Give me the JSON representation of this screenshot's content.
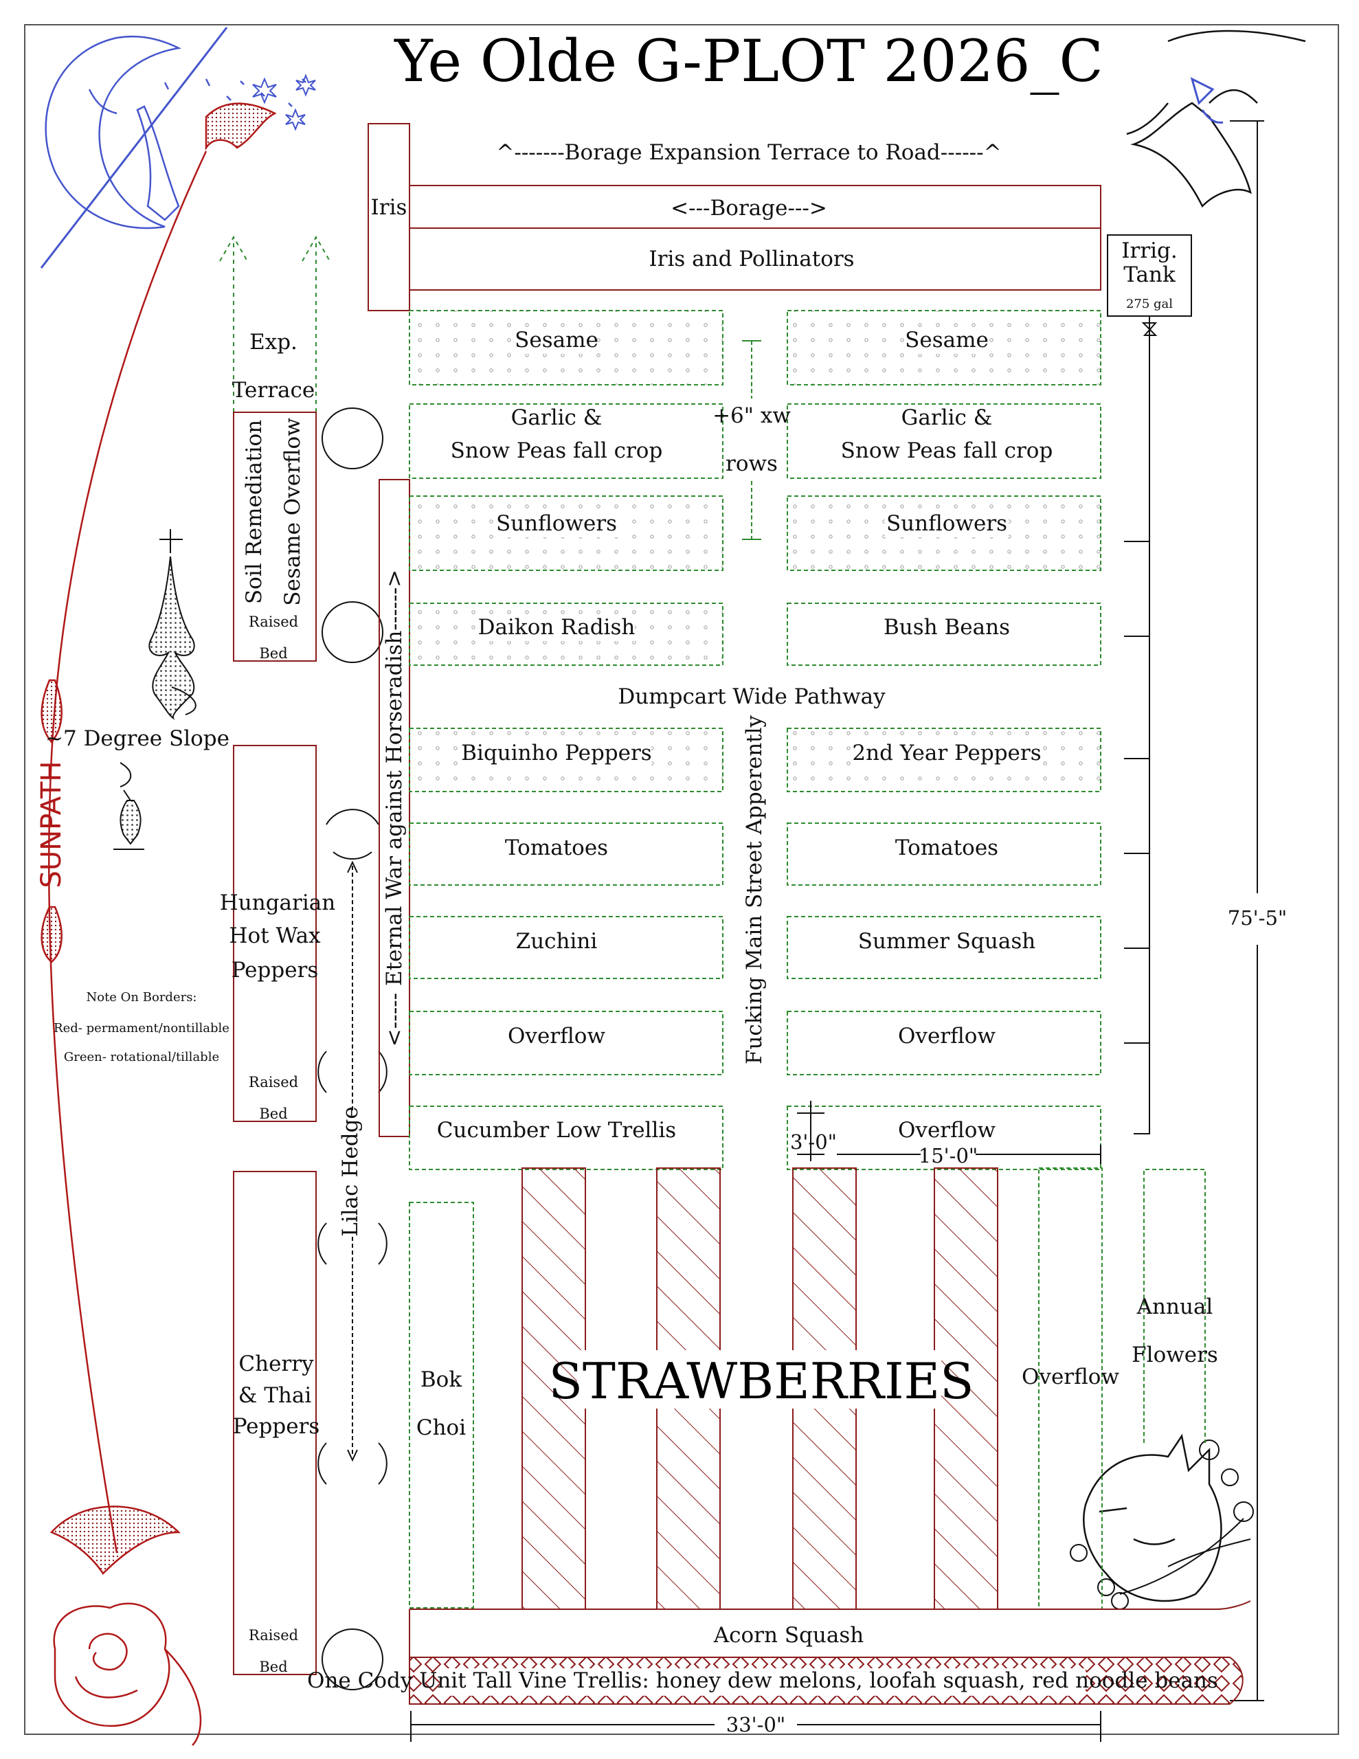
{
  "title": "Ye Olde G-PLOT 2026_C",
  "colors": {
    "permanent_border": "#8b1a1a",
    "rotational_border": "#2e8b2e",
    "sunpath": "#b01818",
    "moon": "#4455cc",
    "ink": "#111111"
  },
  "top": {
    "borage_expansion": "^-------Borage Expansion Terrace to Road------^",
    "iris": "Iris",
    "borage": "<---Borage--->",
    "iris_pollinators": "Iris and Pollinators"
  },
  "irrigation": {
    "line1": "Irrig.",
    "line2": "Tank",
    "capacity": "275 gal"
  },
  "left_beds": {
    "exp_terrace_line1": "Exp.",
    "exp_terrace_line2": "Terrace",
    "soil_remediation": "Soil Remediation",
    "sesame_overflow": "Sesame Overflow",
    "raised": "Raised",
    "bed": "Bed",
    "hungarian_line1": "Hungarian",
    "hungarian_line2": "Hot Wax",
    "hungarian_line3": "Peppers",
    "cherry_line1": "Cherry",
    "cherry_line2": "& Thai",
    "cherry_line3": "Peppers"
  },
  "vertical_labels": {
    "horseradish": "<----- Eternal War against Horseradish------>",
    "lilac": "Lilac Hedge",
    "main_street": "Fucking Main Street Apperently"
  },
  "rows_note": {
    "line1": "+6\" xw",
    "line2": "rows"
  },
  "beds_left": [
    "Sesame",
    "Garlic &",
    "Snow Peas fall crop",
    "Sunflowers",
    "Daikon Radish",
    "Biquinho Peppers",
    "Tomatoes",
    "Zuchini",
    "Overflow",
    "Cucumber Low Trellis"
  ],
  "beds_right": [
    "Sesame",
    "Garlic &",
    "Snow Peas fall crop",
    "Sunflowers",
    "Bush Beans",
    "2nd Year Peppers",
    "Tomatoes",
    "Summer Squash",
    "Overflow",
    "Overflow"
  ],
  "pathway": "Dumpcart Wide Pathway",
  "slope": "~7 Degree Slope",
  "sunpath": "SUNPATH",
  "note": {
    "heading": "Note On Borders:",
    "red": "Red- permament/nontillable",
    "green": "Green- rotational/tillable"
  },
  "dimensions": {
    "height": "75'-5\"",
    "width": "33'-0\"",
    "bed_width": "15'-0\"",
    "bed_depth": "3'-0\""
  },
  "lower": {
    "bok": "Bok",
    "choi": "Choi",
    "strawberries": "STRAWBERRIES",
    "overflow": "Overflow",
    "annual": "Annual",
    "flowers": "Flowers",
    "acorn": "Acorn Squash",
    "trellis": "One Cody Unit Tall Vine Trellis: honey dew melons, loofah squash, red noodle beans"
  }
}
